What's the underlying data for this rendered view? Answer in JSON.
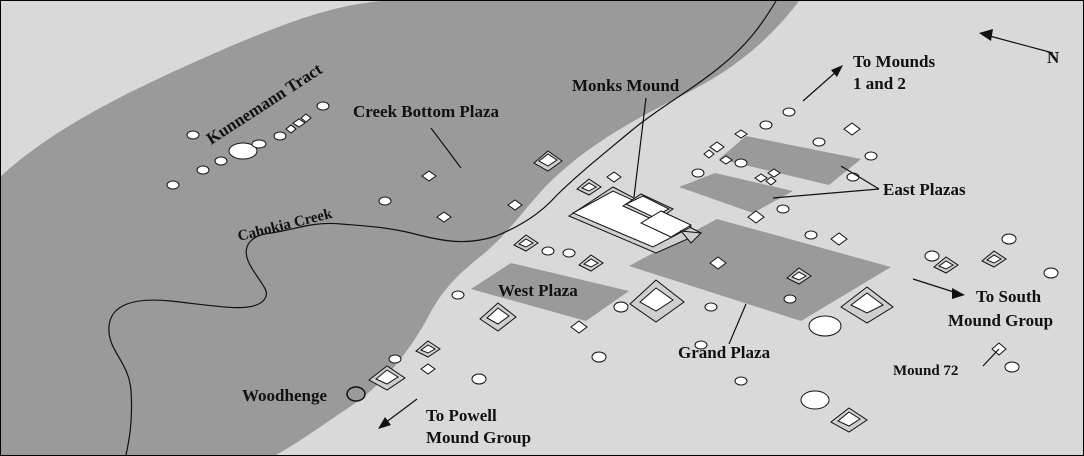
{
  "labels": {
    "kunnemann_tract": "Kunnemann Tract",
    "creek_bottom_plaza": "Creek Bottom Plaza",
    "monks_mound": "Monks Mound",
    "to_mounds_line1": "To Mounds",
    "to_mounds_line2": "1 and 2",
    "east_plazas": "East Plazas",
    "cahokia_creek": "Cahokia Creek",
    "west_plaza": "West Plaza",
    "grand_plaza": "Grand Plaza",
    "to_south_line1": "To South",
    "to_south_line2": "Mound Group",
    "mound_72": "Mound 72",
    "woodhenge": "Woodhenge",
    "to_powell_line1": "To Powell",
    "to_powell_line2": "Mound Group",
    "north": "N"
  },
  "colors": {
    "floodplain": "#9a9a9a",
    "upland": "#d9d9d9",
    "plaza": "#9a9a9a",
    "mound": "#ffffff",
    "ink": "#111111"
  }
}
